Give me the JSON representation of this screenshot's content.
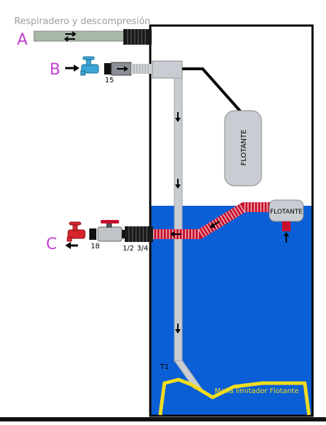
{
  "header": {
    "title": "Respiradero y descompresión"
  },
  "inputs": {
    "a": {
      "letter": "A"
    },
    "b": {
      "letter": "B",
      "size": "15"
    },
    "c": {
      "letter": "C",
      "size_valve": "18",
      "size_half": "1/2",
      "size_three_quarter": "3/4"
    }
  },
  "floats": {
    "upper": "FLOTANTE",
    "lower": "FLOTANTE"
  },
  "pipe": {
    "tag": "T1"
  },
  "mesh": {
    "label": "Malla limitador Flotante"
  },
  "colors": {
    "water": "#0a5fd6",
    "hose_red": "#c8102e",
    "letter": "#c040d0",
    "tank_outline": "#000000",
    "pipe_gray": "#c9ccd2",
    "mesh": "#f2dc20",
    "tap_blue": "#3aa6d8",
    "tap_red": "#d8262e"
  }
}
